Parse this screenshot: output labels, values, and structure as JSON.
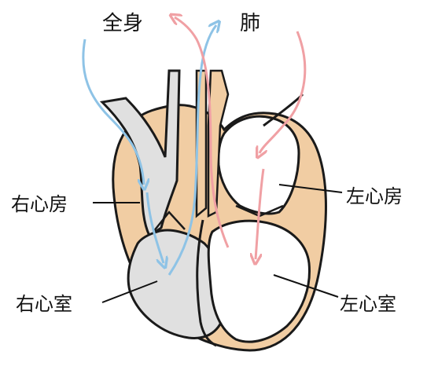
{
  "labels": {
    "top_left": "全身",
    "top_right": "肺",
    "right_atrium": "右心房",
    "right_ventricle": "右心室",
    "left_atrium": "左心房",
    "left_ventricle": "左心室"
  },
  "colors": {
    "heart_wall": "#f1cda3",
    "outline": "#1a1a1a",
    "right_chamber": "#e0e0e0",
    "left_chamber": "#ffffff",
    "deoxygenated_flow": "#8ec3e6",
    "oxygenated_flow": "#f0a0a4",
    "leader_line": "#111111"
  },
  "icons": {
    "blue_arrows": "deoxygenated-blood-flow-arrow-icon",
    "red_arrows": "oxygenated-blood-flow-arrow-icon"
  }
}
